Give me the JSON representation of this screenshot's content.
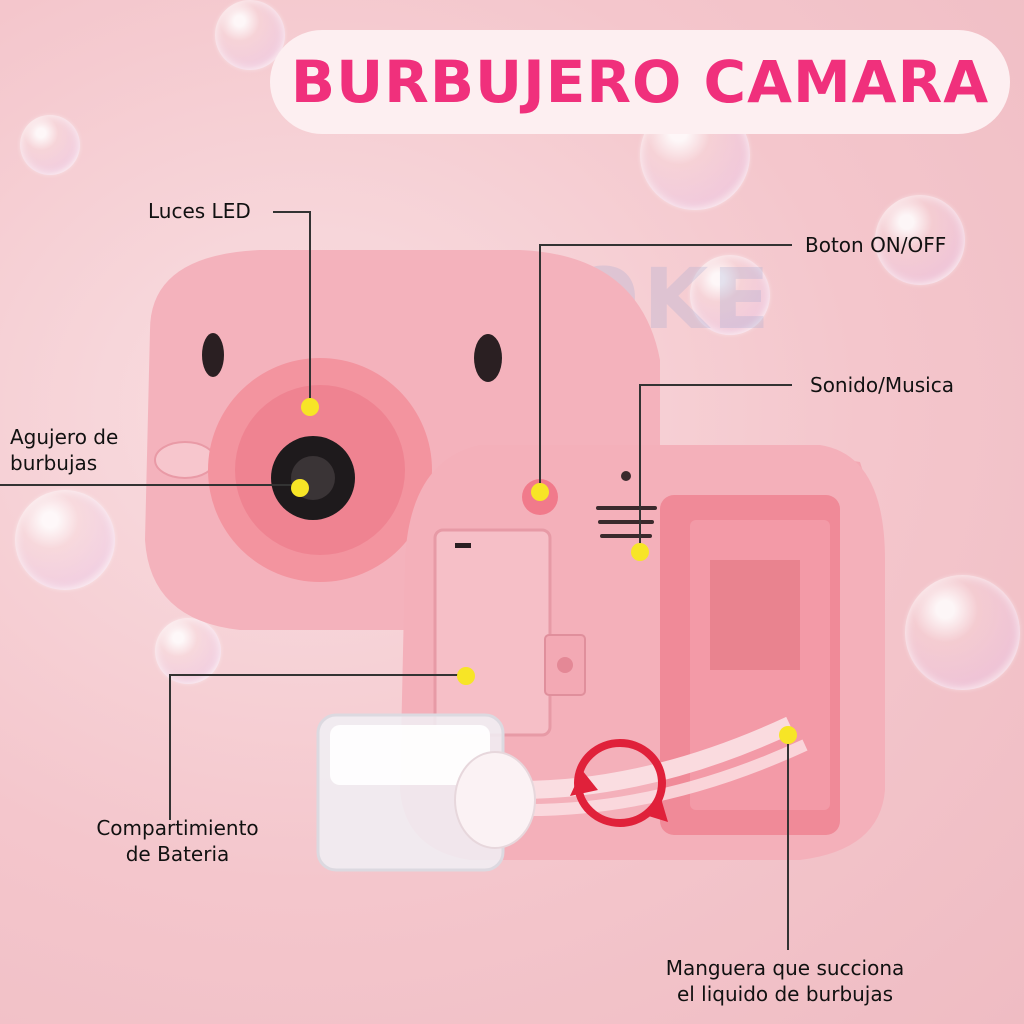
{
  "title": "BURBUJERO CAMARA",
  "watermark": "NASOKE",
  "labels": {
    "luces_led": "Luces LED",
    "boton_on_off": "Boton ON/OFF",
    "sonido_musica": "Sonido/Musica",
    "agujero_line1": "Agujero de",
    "agujero_line2": "burbujas",
    "compartimiento_line1": "Compartimiento",
    "compartimiento_line2": "de Bateria",
    "manguera_line1": "Manguera que succiona",
    "manguera_line2": "el liquido de burbujas"
  },
  "colors": {
    "title": "#f0307c",
    "pill": "#fdeff1",
    "camera_pink": "#f3a9b4",
    "highlight_dot": "#f7e526",
    "arrow_red": "#e0213a"
  }
}
